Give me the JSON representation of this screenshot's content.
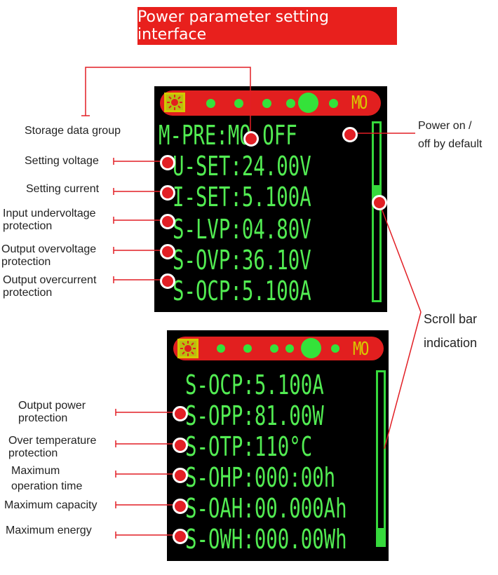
{
  "title": "Power parameter setting interface",
  "screen1": {
    "badge": "MO",
    "lines": [
      "M-PRE:MO OFF",
      "U-SET:24.00V",
      "I-SET:5.100A",
      "S-LVP:04.80V",
      "S-OVP:36.10V",
      "S-OCP:5.100A"
    ]
  },
  "screen2": {
    "badge": "MO",
    "lines": [
      "S-OCP:5.100A",
      "S-OPP:81.00W",
      "S-OTP:110°C",
      "S-OHP:000:00h",
      "S-OAH:00.000Ah",
      "S-OWH:000.00Wh"
    ]
  },
  "callouts": {
    "storage_data_group": "Storage data group",
    "power_on_off_default_line1": "Power on /",
    "power_on_off_default_line2": "off by default",
    "setting_voltage": "Setting voltage",
    "setting_current": "Setting current",
    "input_undervoltage_line1": "Input undervoltage",
    "input_undervoltage_line2": "protection",
    "output_overvoltage_line1": "Output overvoltage",
    "output_overvoltage_line2": "protection",
    "output_overcurrent_line1": "Output overcurrent",
    "output_overcurrent_line2": "protection",
    "scroll_bar_line1": "Scroll bar",
    "scroll_bar_line2": "indication",
    "output_power_line1": "Output power",
    "output_power_line2": "protection",
    "over_temperature_line1": "Over temperature",
    "over_temperature_line2": "protection",
    "max_operation_time_line1": "Maximum",
    "max_operation_time_line2": "operation time",
    "max_capacity": "Maximum capacity",
    "max_energy": "Maximum energy"
  },
  "colors": {
    "accent_red": "#e8201d",
    "lcd_green": "#52ec52",
    "badge_yellow": "#d9c900"
  }
}
